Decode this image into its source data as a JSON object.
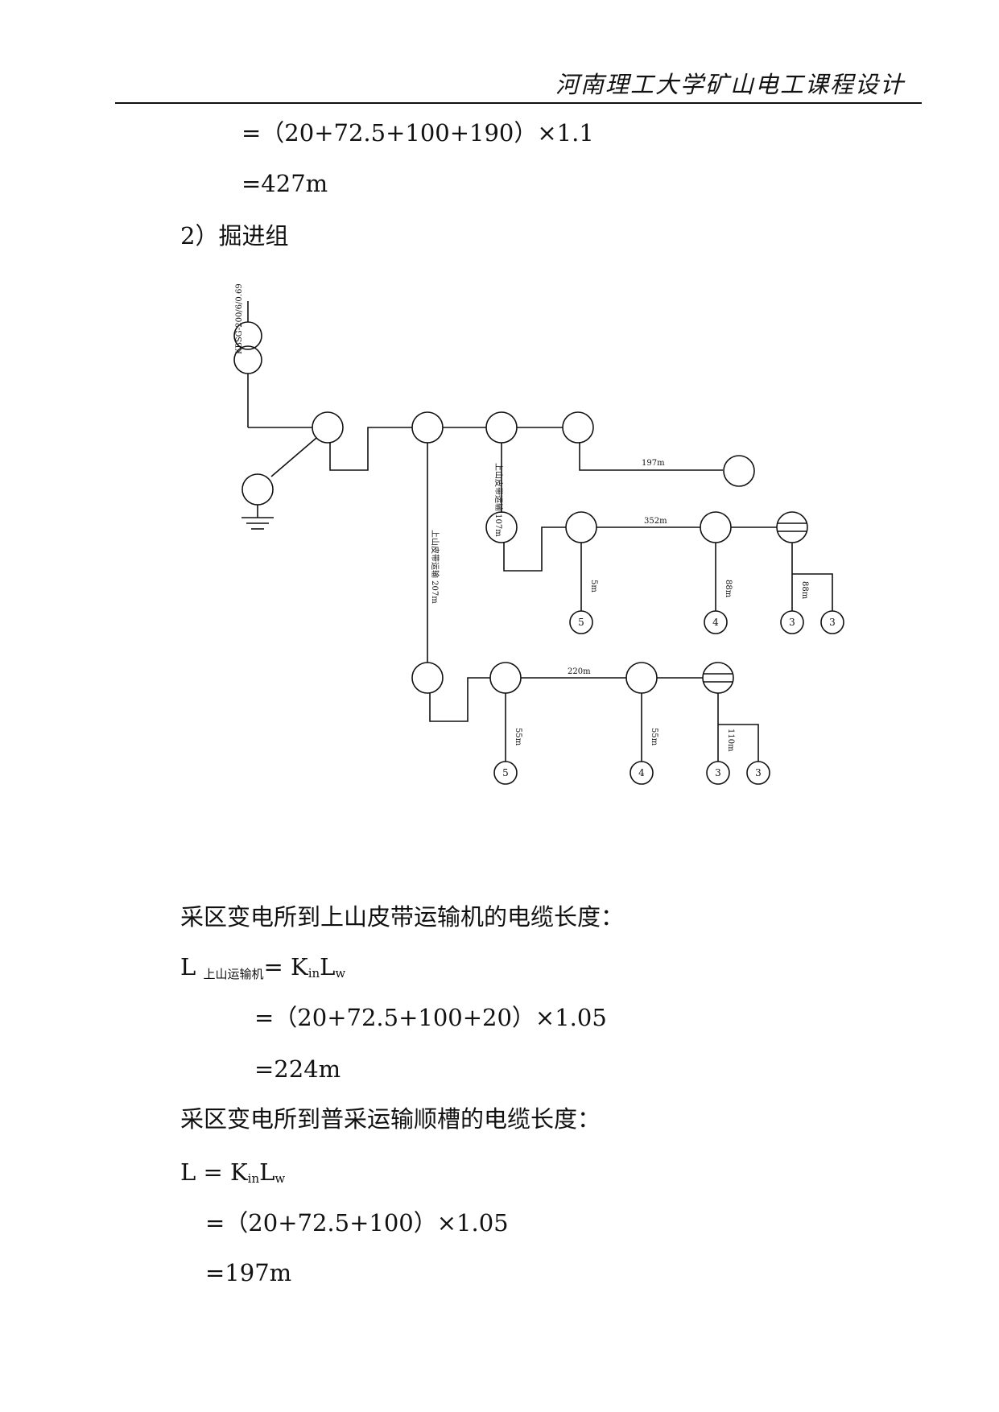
{
  "header": {
    "title": "河南理工大学矿山电工课程设计"
  },
  "calc1": {
    "line1": "=（20+72.5+100+190）×1.1",
    "line2": "=427m"
  },
  "section": {
    "heading": "2）掘进组"
  },
  "diagram": {
    "transformer_label": "KBSG-200/6/0.69",
    "vertical_label_1": "上山皮带运输 107m",
    "vertical_label_2": "上山皮带运输 207m",
    "dist_197": "197m",
    "dist_352": "352m",
    "dist_5m": "5m",
    "dist_88m_a": "88m",
    "dist_88m_b": "88m",
    "dist_220": "220m",
    "dist_55m_a": "55m",
    "dist_55m_b": "55m",
    "dist_110": "110m",
    "node_5": "5",
    "node_4": "4",
    "node_3": "3"
  },
  "calc2": {
    "intro": "采区变电所到上山皮带运输机的电缆长度：",
    "formula_L": "L",
    "formula_sub": "上山运输机",
    "formula_eq": "=  K",
    "formula_in": "in",
    "formula_Lw": "L",
    "formula_w": "w",
    "line1": "=（20+72.5+100+20）×1.05",
    "line2": "=224m"
  },
  "calc3": {
    "intro": "采区变电所到普采运输顺槽的电缆长度：",
    "formula_L": "L  =  K",
    "formula_in": "in",
    "formula_Lw": "L",
    "formula_w": "w",
    "line1": "=（20+72.5+100）×1.05",
    "line2": "=197m"
  }
}
